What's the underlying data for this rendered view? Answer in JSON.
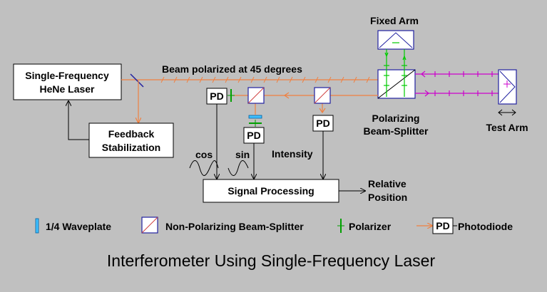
{
  "diagram": {
    "title": "Interferometer Using Single-Frequency Laser",
    "laser_line1": "Single-Frequency",
    "laser_line2": "HeNe Laser",
    "beam_label": "Beam polarized at 45 degrees",
    "fixed_arm": "Fixed  Arm",
    "pbs_line1": "Polarizing",
    "pbs_line2": "Beam-Splitter",
    "test_arm": "Test Arm",
    "feedback_line1": "Feedback",
    "feedback_line2": "Stabilization",
    "pd": "PD",
    "cos": "cos",
    "sin": "sin",
    "intensity": "Intensity",
    "signal_processing": "Signal Processing",
    "output_line1": "Relative",
    "output_line2": "Position"
  },
  "legend": {
    "waveplate": "1/4 Waveplate",
    "npbs": "Non-Polarizing Beam-Splitter",
    "polarizer": "Polarizer",
    "photodiode_box": "PD",
    "photodiode": "Photodiode"
  },
  "colors": {
    "background": "#c0c0c0",
    "beam": "#f08040",
    "fixed_arm_beam": "#00cc00",
    "test_arm_beam": "#cc00cc",
    "optics_box": "#2020a0",
    "splitter_line": "#d04040",
    "waveplate": "#40c0ff",
    "polarizer": "#00a000"
  }
}
